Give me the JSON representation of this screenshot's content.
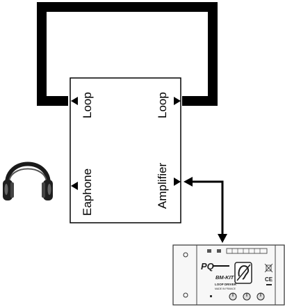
{
  "box": {
    "labels": {
      "loop_left": "Loop",
      "loop_right": "Loop",
      "earphone": "Eaphone",
      "amplifier": "Amplifier"
    }
  },
  "device": {
    "brand_logo": "PQ",
    "brand_sub": "",
    "model": "BM-KIT",
    "name": "LOOP DRIVER",
    "made_in": "MADE IN FRANCE",
    "icons": [
      "hearing-loop-icon",
      "ce-mark-icon",
      "weee-bin-icon"
    ]
  }
}
